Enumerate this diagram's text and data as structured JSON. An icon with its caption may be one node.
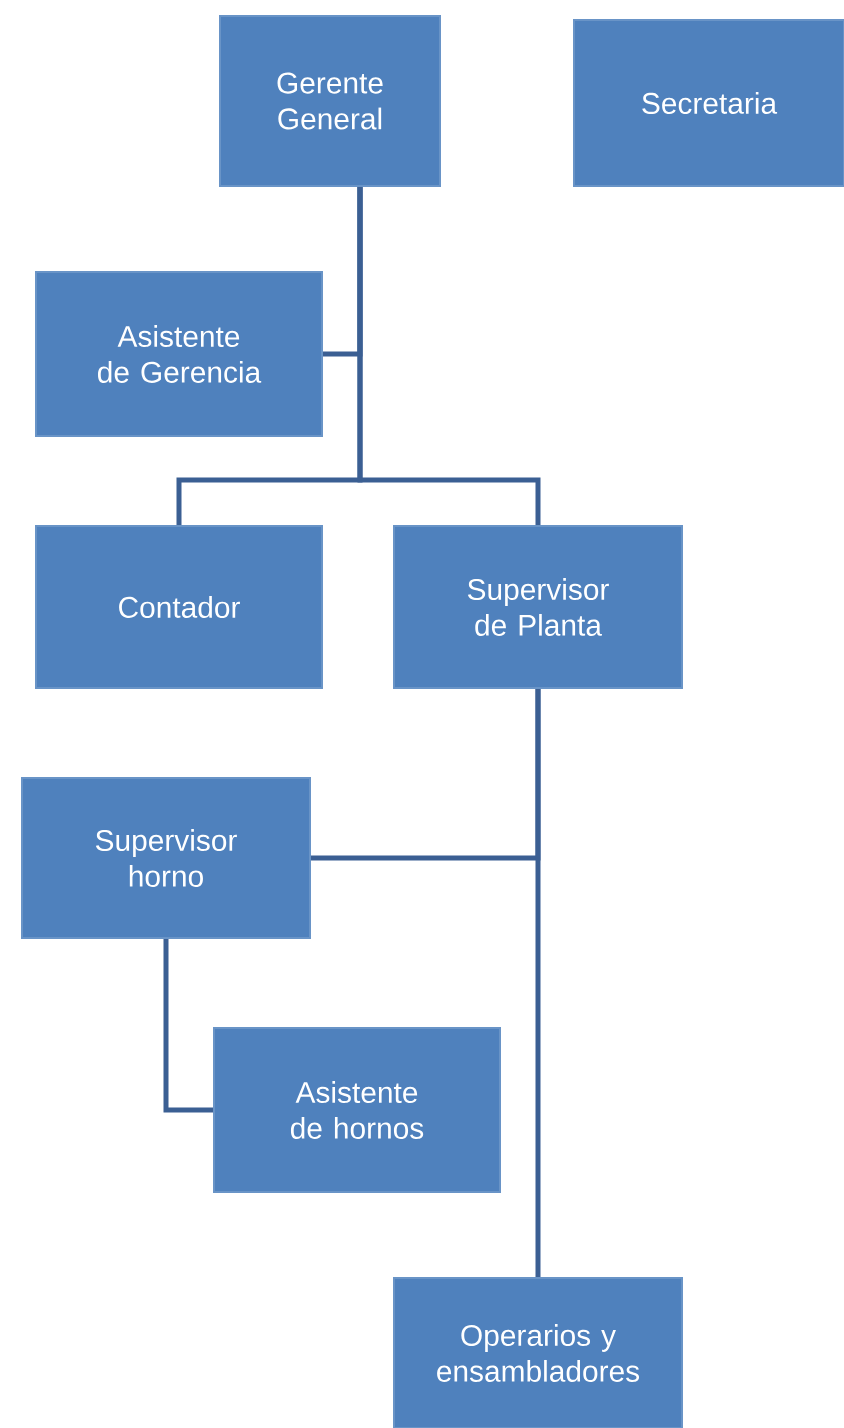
{
  "diagram": {
    "nodes": [
      {
        "text": [
          "Gerente General"
        ]
      },
      {
        "text": [
          "Secretaria"
        ]
      },
      {
        "text": [
          "Asistente de Gerencia"
        ]
      },
      {
        "text": [
          "Contador"
        ]
      },
      {
        "text": [
          "Supervisor de Planta"
        ]
      },
      {
        "text": [
          "Supervisor horno"
        ]
      },
      {
        "text": [
          "Asistente de hornos"
        ]
      },
      {
        "text": [
          "Operarios y ensambladores"
        ]
      }
    ],
    "edges": [
      {
        "from": 0,
        "to": 2,
        "arrow": "none"
      },
      {
        "from": 0,
        "to": 3,
        "arrow": "none"
      },
      {
        "from": 0,
        "to": 4,
        "arrow": "none"
      },
      {
        "from": 4,
        "to": 5,
        "arrow": "none"
      },
      {
        "from": 4,
        "to": 7,
        "arrow": "none"
      },
      {
        "from": 5,
        "to": 6,
        "arrow": "none"
      }
    ]
  }
}
